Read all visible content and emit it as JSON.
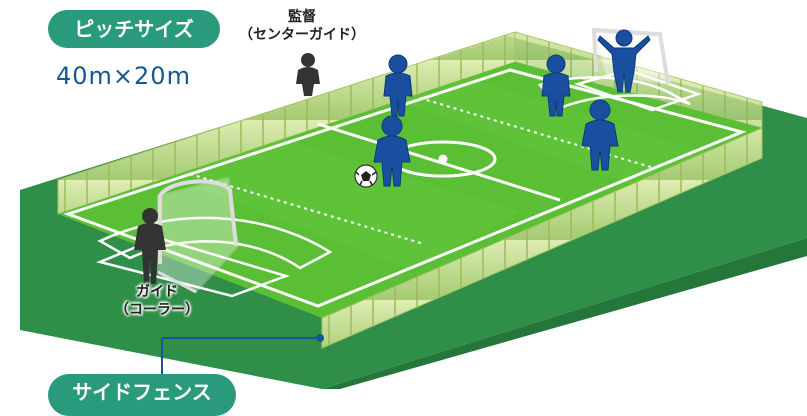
{
  "pitch": {
    "title": "ピッチサイズ",
    "size": "40m×20m"
  },
  "labels": {
    "coach": "監督",
    "coach_sub": "（センターガイド）",
    "guide": "ガイド",
    "guide_sub": "（コーラー）",
    "side_fence": "サイドフェンス"
  },
  "colors": {
    "pill": "#2a9a7c",
    "size_text": "#16578f",
    "field": "#5bbf35",
    "surround": "#2f8f48",
    "player": "#1a4fa0",
    "staff": "#333333",
    "fence": "#d9e8a0"
  }
}
